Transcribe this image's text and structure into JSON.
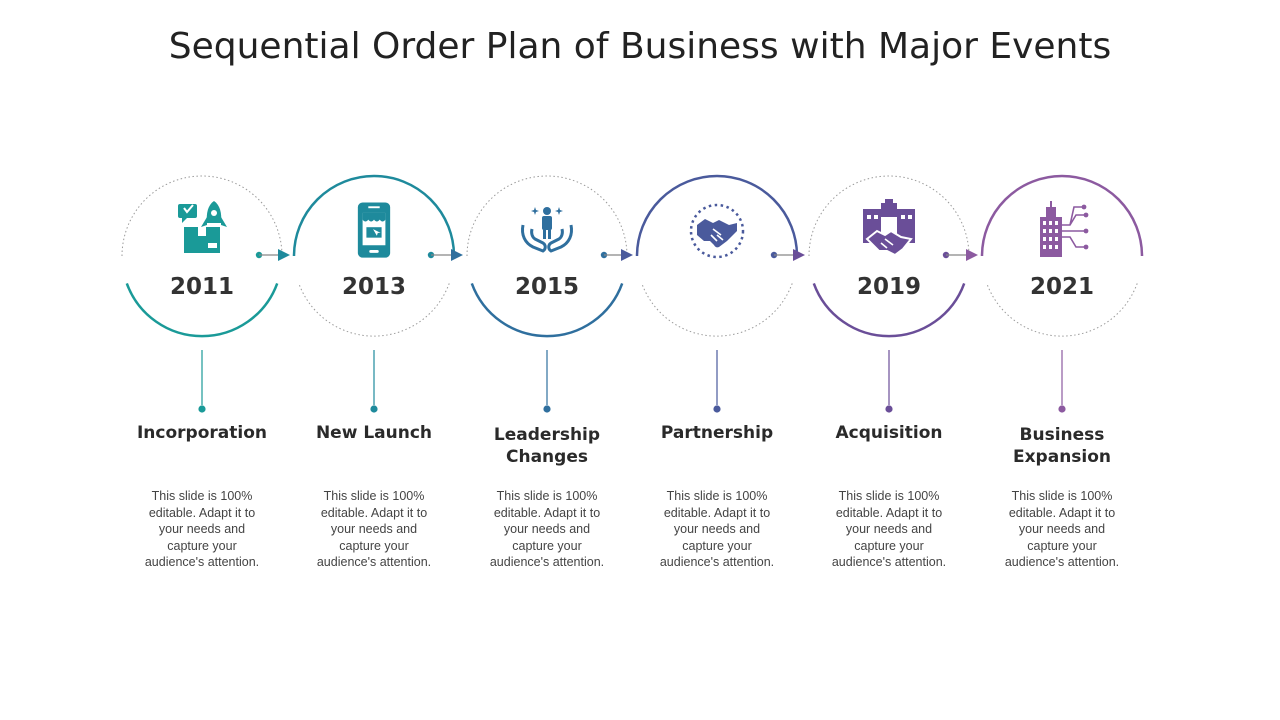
{
  "title": "Sequential Order Plan of Business with Major Events",
  "colors": [
    "#1a9a98",
    "#1e8a9c",
    "#2f6f9e",
    "#4a5a9c",
    "#6a4e98",
    "#8c5aa0"
  ],
  "events": [
    {
      "year": "2011",
      "label": "Incorporation",
      "description": "This slide is 100% editable. Adapt it to your needs and capture your audience's attention.",
      "icon": "shipping-box-rocket-icon"
    },
    {
      "year": "2013",
      "label": "New Launch",
      "description": "This slide is 100% editable. Adapt it to your needs and capture your audience's attention.",
      "icon": "mobile-store-icon"
    },
    {
      "year": "2015",
      "label": "Leadership Changes",
      "description": "This slide is 100% editable. Adapt it to your needs and capture your audience's attention.",
      "icon": "hands-person-icon"
    },
    {
      "year": "",
      "label": "Partnership",
      "description": "This slide is 100% editable. Adapt it to your needs and capture your audience's attention.",
      "icon": "handshake-circle-icon"
    },
    {
      "year": "2019",
      "label": "Acquisition",
      "description": "This slide is 100% editable. Adapt it to your needs and capture your audience's attention.",
      "icon": "handshake-buildings-icon"
    },
    {
      "year": "2021",
      "label": "Business Expansion",
      "description": "This slide is 100% editable. Adapt it to your needs and capture your audience's attention.",
      "icon": "network-building-icon"
    }
  ]
}
